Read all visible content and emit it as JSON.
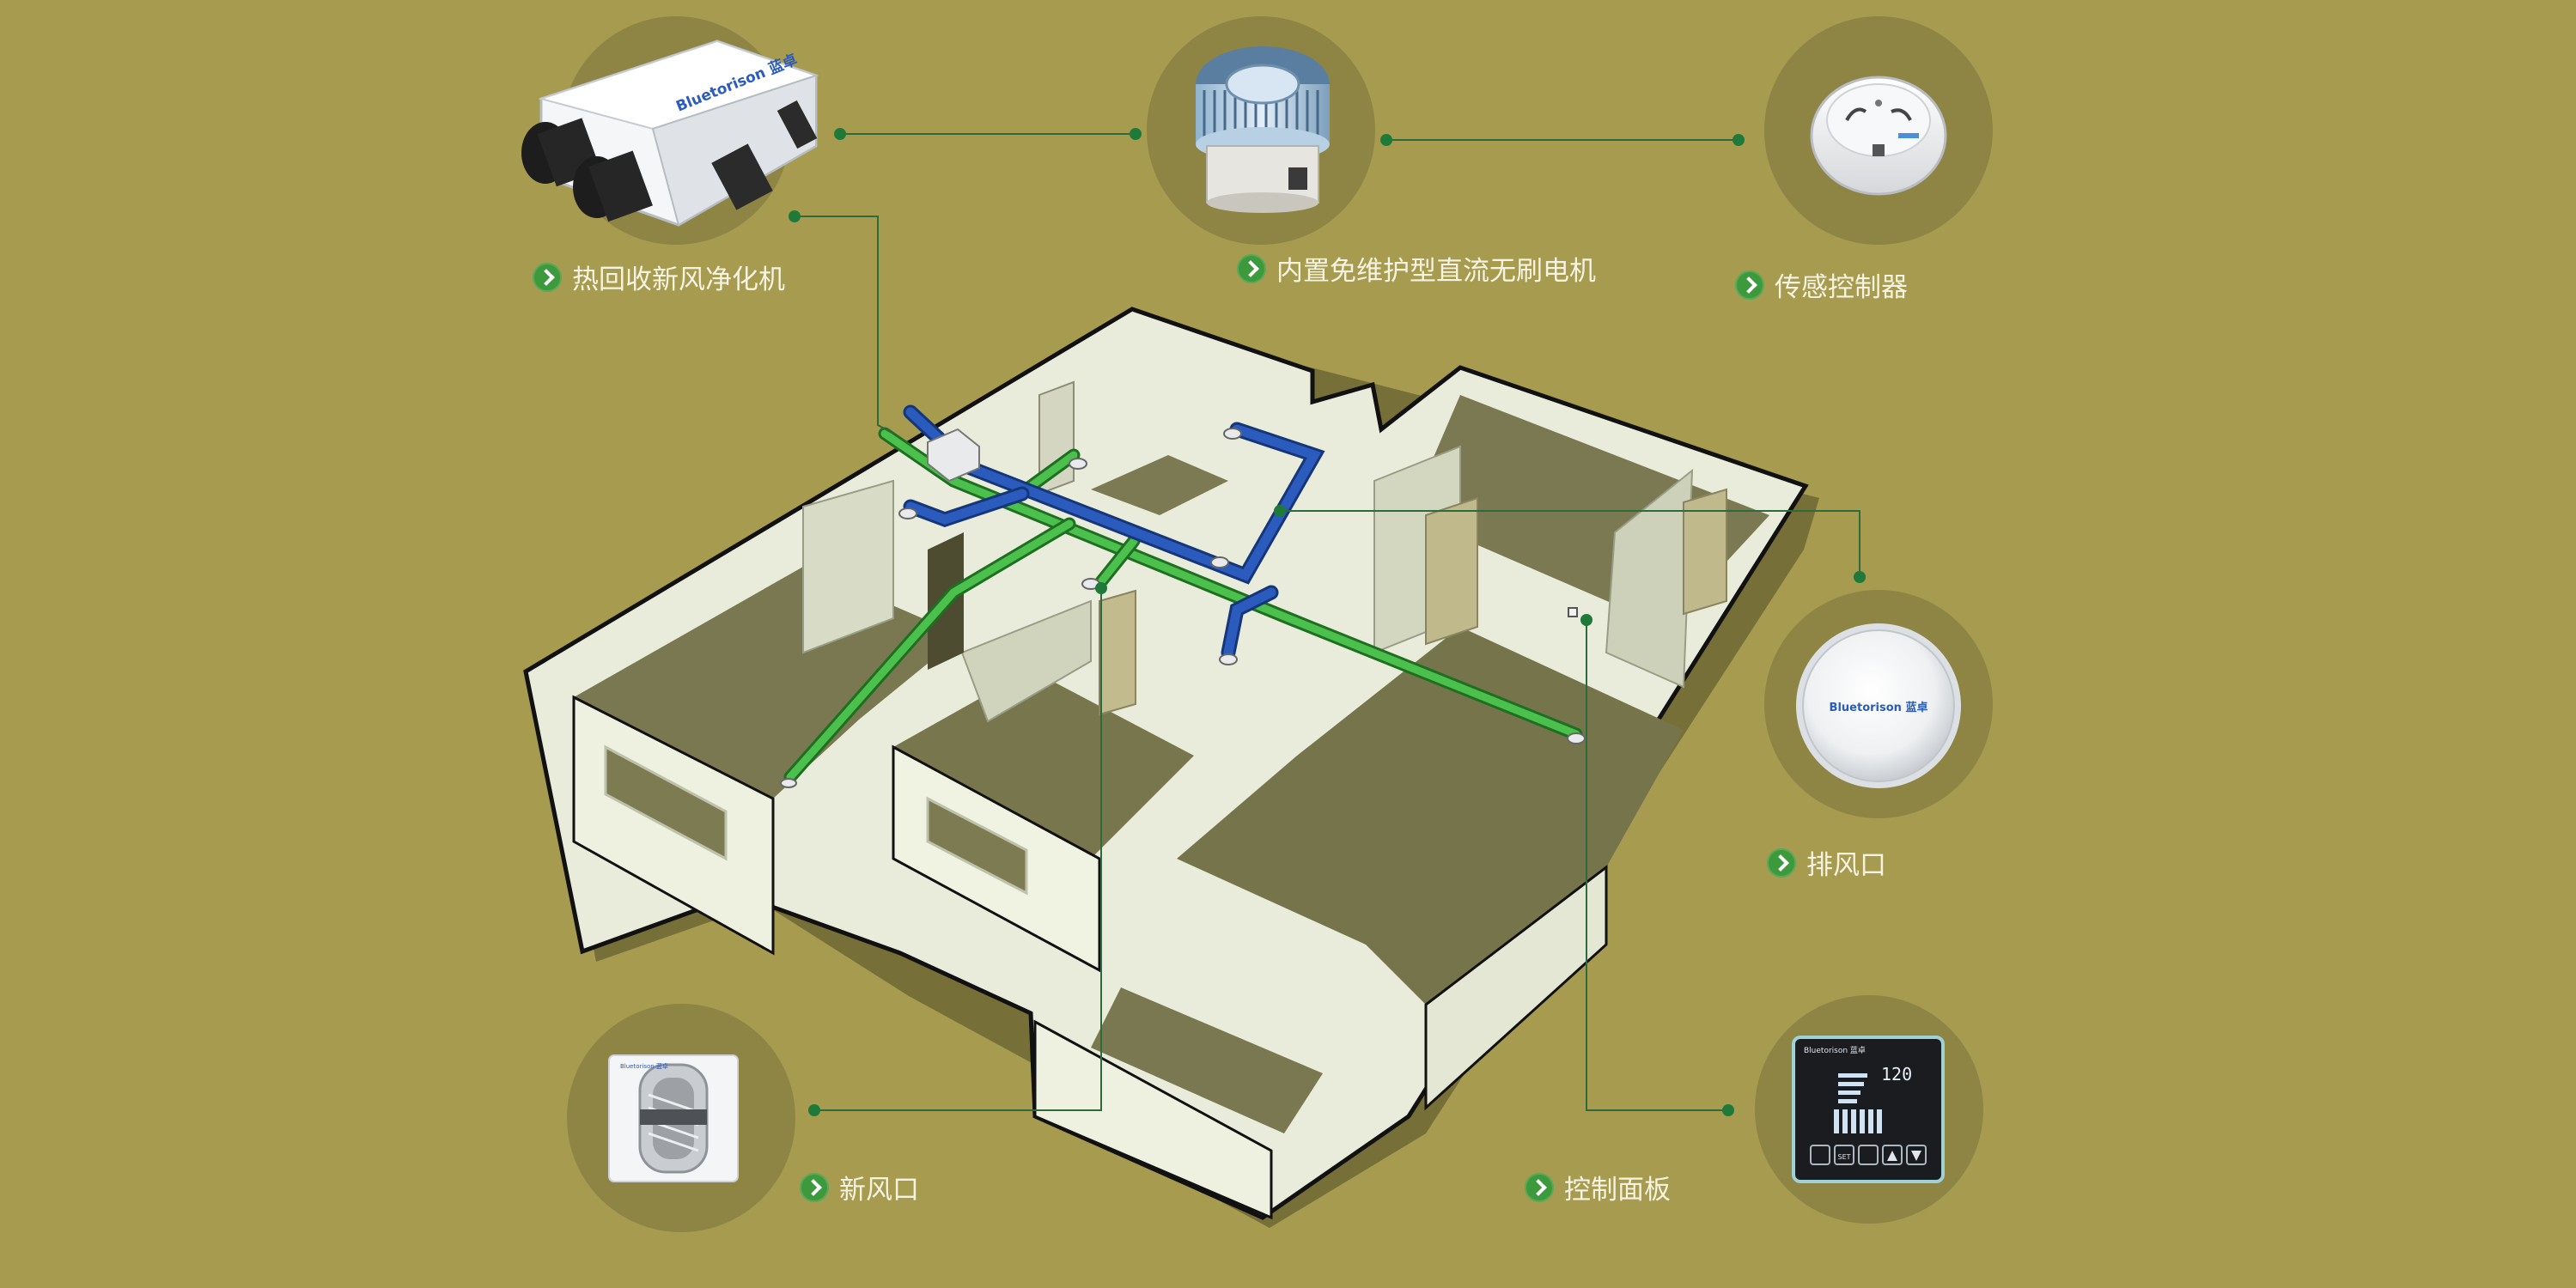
{
  "colors": {
    "background": "#a79b4f",
    "circle": "#8e8545",
    "connector": "#2e6b3c",
    "supply_duct": "#3aa53a",
    "exhaust_duct": "#2a5bbd",
    "wall": "#e6e9d7",
    "floor": "#79774e",
    "label_text": "#f6f3e2",
    "bullet": "#3c9a3c"
  },
  "components": {
    "erv_unit": {
      "label": "热回收新风净化机",
      "brand": "Bluetorison 蓝卓",
      "icon": "heat-recovery-unit-icon"
    },
    "motor": {
      "label": "内置免维护型直流无刷电机",
      "icon": "brushless-motor-icon"
    },
    "sensor": {
      "label": "传感控制器",
      "icon": "sensor-controller-icon"
    },
    "exhaust_vent": {
      "label": "排风口",
      "brand": "Bluetorison 蓝卓",
      "icon": "exhaust-vent-icon"
    },
    "supply_vent": {
      "label": "新风口",
      "brand": "Bluetorison 蓝卓",
      "icon": "supply-vent-icon"
    },
    "control_panel": {
      "label": "控制面板",
      "brand": "Bluetorison 蓝卓",
      "display_value": "120",
      "button_labels": [
        "SET"
      ],
      "icon": "control-panel-icon"
    }
  }
}
